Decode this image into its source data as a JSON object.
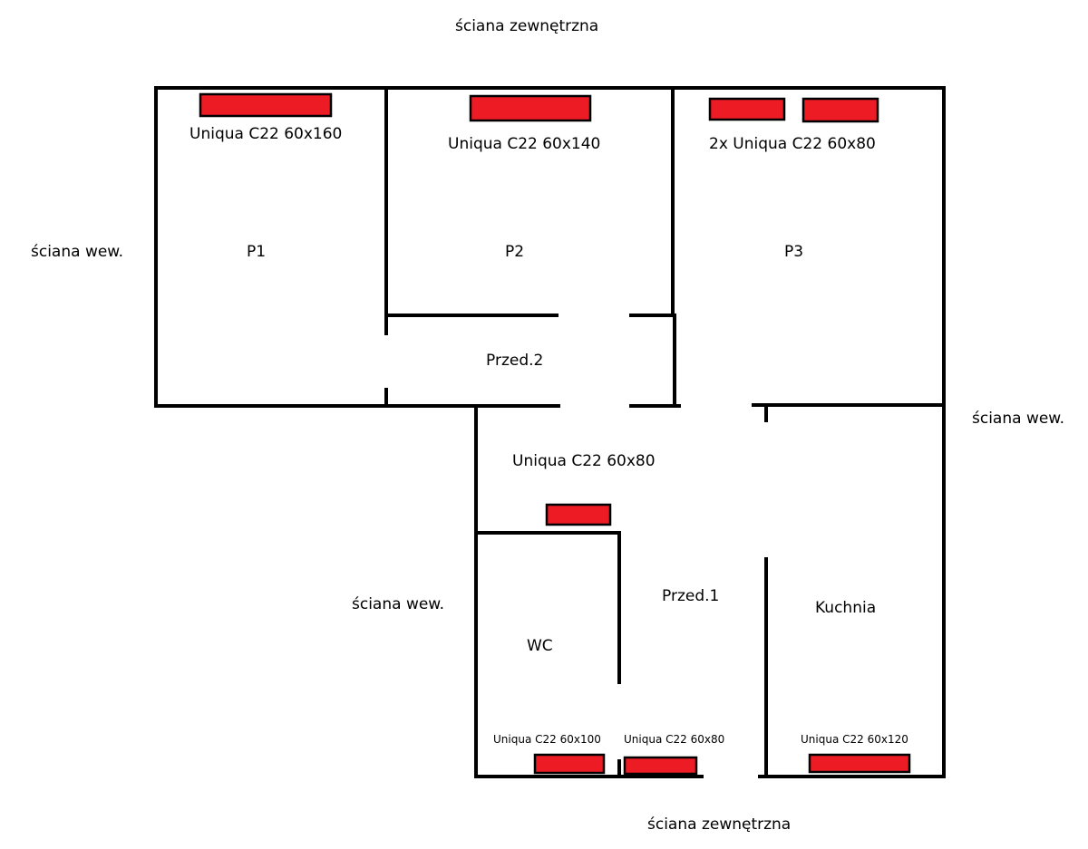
{
  "wall_labels": {
    "outer_top": "ściana zewnętrzna",
    "outer_bottom": "ściana zewnętrzna",
    "inner_left": "ściana wew.",
    "inner_right": "ściana wew.",
    "inner_wc": "ściana wew."
  },
  "rooms": {
    "p1": "P1",
    "p2": "P2",
    "p3": "P3",
    "przed2": "Przed.2",
    "przed1": "Przed.1",
    "wc": "WC",
    "kuchnia": "Kuchnia"
  },
  "radiators": {
    "p1": "Uniqua C22 60x160",
    "p2": "Uniqua C22 60x140",
    "p3": "2x Uniqua C22 60x80",
    "hall": "Uniqua C22 60x80",
    "wc": "Uniqua C22 60x100",
    "przed1": "Uniqua C22 60x80",
    "kuchnia": "Uniqua C22 60x120"
  },
  "colors": {
    "radiator": "#ed1c24",
    "wall": "#000000",
    "background": "#ffffff"
  }
}
